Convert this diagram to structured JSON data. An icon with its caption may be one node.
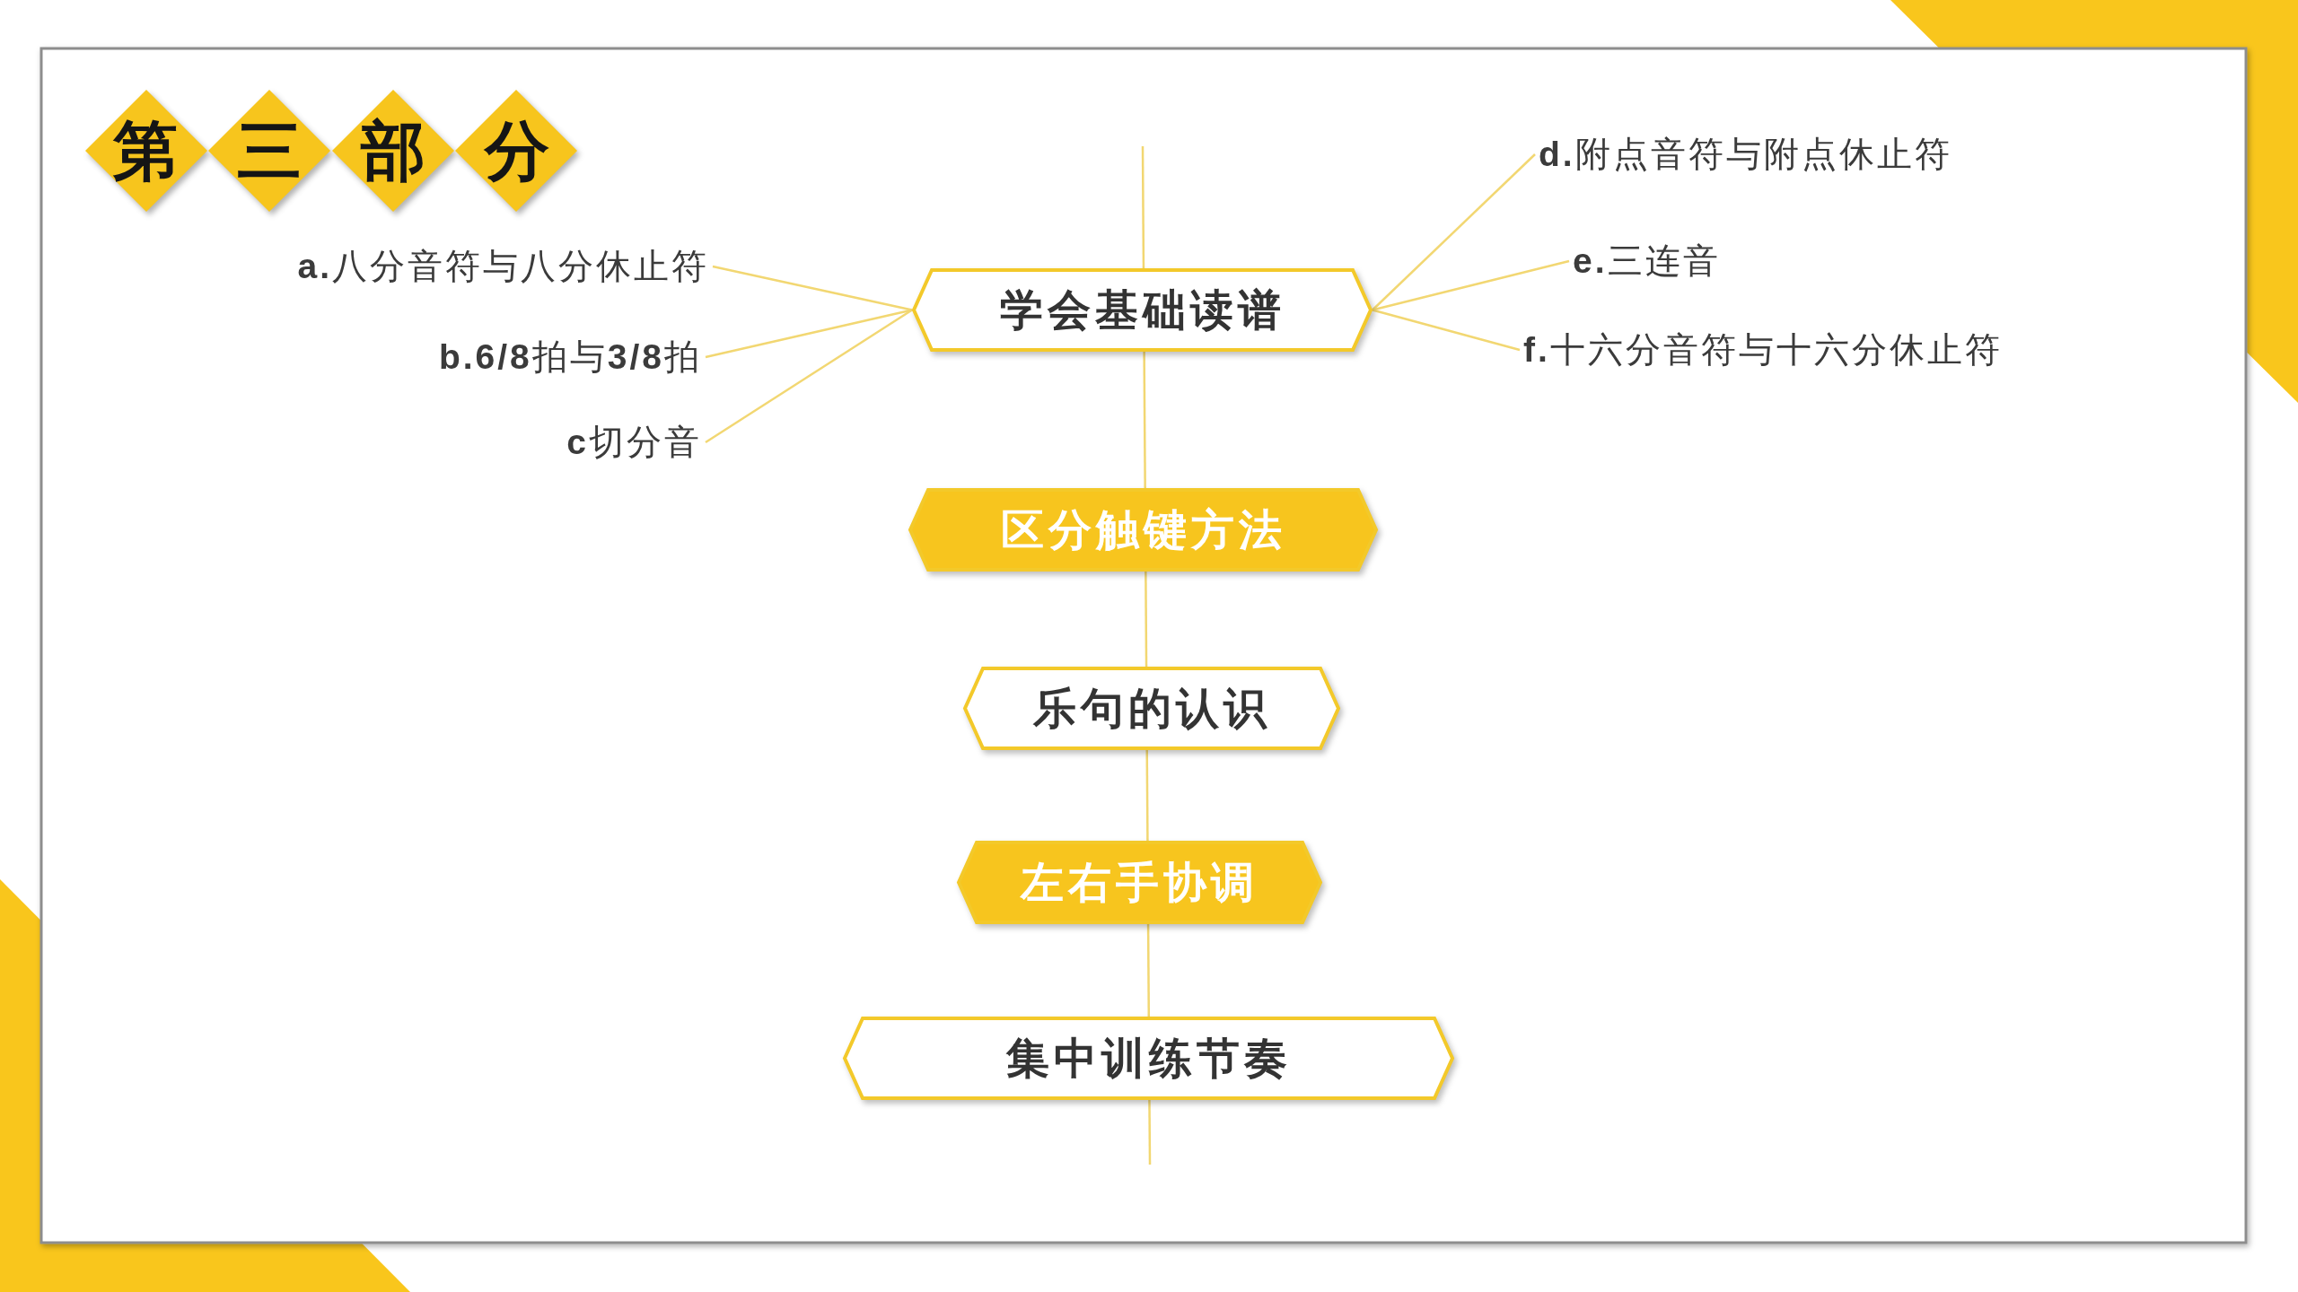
{
  "diagram": {
    "title": "第三部分",
    "nodes": [
      {
        "text": [
          "学会基础读谱"
        ]
      },
      {
        "text": [
          "区分触键方法"
        ]
      },
      {
        "text": [
          "乐句的认识"
        ]
      },
      {
        "text": [
          "左右手协调"
        ]
      },
      {
        "text": [
          "集中训练节奏"
        ]
      },
      {
        "text": [
          "**a.**八分音符与八分休止符"
        ]
      },
      {
        "text": [
          "**b.6/8**拍与**3/8**拍"
        ]
      },
      {
        "text": [
          "**c**切分音"
        ]
      },
      {
        "text": [
          "**d.**附点音符与附点休止符"
        ]
      },
      {
        "text": [
          "**e.**三连音"
        ]
      },
      {
        "text": [
          "**f.**十六分音符与十六分休止符"
        ]
      }
    ],
    "edges": [
      {
        "from": null,
        "to": 0,
        "arrow": "none"
      },
      {
        "from": 0,
        "to": 1,
        "arrow": "none"
      },
      {
        "from": 1,
        "to": 2,
        "arrow": "none"
      },
      {
        "from": 2,
        "to": 3,
        "arrow": "none"
      },
      {
        "from": 3,
        "to": 4,
        "arrow": "none"
      },
      {
        "from": 4,
        "to": null,
        "arrow": "none"
      },
      {
        "from": 0,
        "to": 5,
        "arrow": "none"
      },
      {
        "from": 0,
        "to": 6,
        "arrow": "none"
      },
      {
        "from": 0,
        "to": 7,
        "arrow": "none"
      },
      {
        "from": 0,
        "to": 8,
        "arrow": "none"
      },
      {
        "from": 0,
        "to": 9,
        "arrow": "none"
      },
      {
        "from": 0,
        "to": 10,
        "arrow": "none"
      }
    ]
  }
}
